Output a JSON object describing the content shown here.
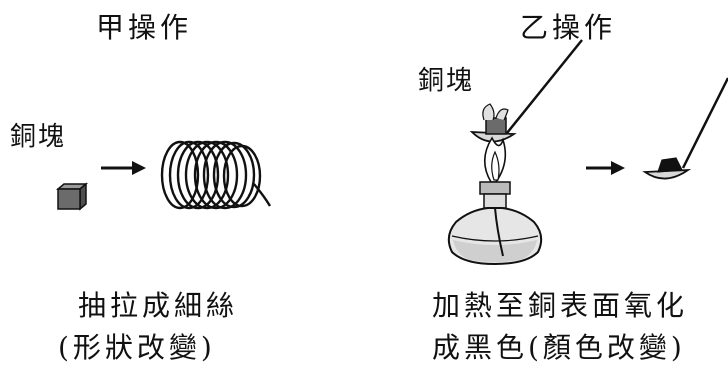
{
  "left": {
    "title": "甲操作",
    "label": "銅塊",
    "caption_line1": "抽拉成細絲",
    "caption_line2": "(形狀改變)"
  },
  "right": {
    "title": "乙操作",
    "label": "銅塊",
    "caption_line1": "加熱至銅表面氧化",
    "caption_line2": "成黑色(顏色改變)"
  },
  "colors": {
    "ink": "#111111",
    "copper_block": "#6b6b6b",
    "glass": "#e6e6e6"
  }
}
